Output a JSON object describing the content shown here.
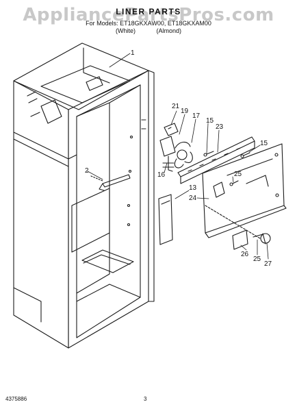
{
  "header": {
    "watermark": "AppliancePartsPros.com",
    "title": "LINER PARTS",
    "parts_for": "For Models: ET18GKXAW00, ET18GKXAM00",
    "variant_white": "(White)",
    "variant_almond": "(Almond)"
  },
  "callouts": [
    {
      "id": "c1",
      "label": "1"
    },
    {
      "id": "c2",
      "label": "2"
    },
    {
      "id": "c13",
      "label": "13"
    },
    {
      "id": "c15a",
      "label": "15"
    },
    {
      "id": "c15b",
      "label": "15"
    },
    {
      "id": "c16",
      "label": "16"
    },
    {
      "id": "c17",
      "label": "17"
    },
    {
      "id": "c19",
      "label": "19"
    },
    {
      "id": "c21",
      "label": "21"
    },
    {
      "id": "c23",
      "label": "23"
    },
    {
      "id": "c24",
      "label": "24"
    },
    {
      "id": "c25a",
      "label": "25"
    },
    {
      "id": "c25b",
      "label": "25"
    },
    {
      "id": "c26",
      "label": "26"
    },
    {
      "id": "c27",
      "label": "27"
    }
  ],
  "footer": {
    "part_number": "4375886",
    "page": "3"
  }
}
